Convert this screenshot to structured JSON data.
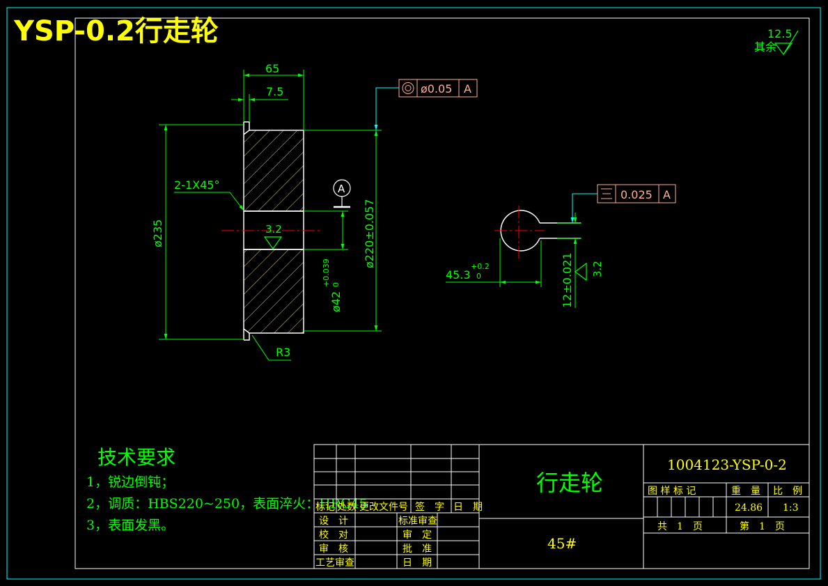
{
  "title": "YSP-0.2行走轮",
  "roughness_default": {
    "label": "其余",
    "value": "12.5"
  },
  "dims": {
    "width_65": "65",
    "width_7_5": "7.5",
    "chamfer": "2-1X45°",
    "dia_235": "ø235",
    "dia_220": "ø220±0.057",
    "bore_42": "ø42",
    "bore_42_tol_upper": "+0.039",
    "bore_42_tol_lower": "0",
    "radius": "R3",
    "bore_roughness": "3.2",
    "keyway_45_3": "45.3",
    "keyway_45_3_tol_upper": "+0.2",
    "keyway_45_3_tol_lower": "0",
    "keyway_12": "12±0.021",
    "keyway_roughness": "3.2"
  },
  "datum": "A",
  "tolerance_frames": [
    {
      "symbol": "concentricity",
      "value": "ø0.05",
      "datum": "A"
    },
    {
      "symbol": "symmetry",
      "value": "0.025",
      "datum": "A"
    }
  ],
  "tech_requirements": {
    "heading": "技术要求",
    "items": [
      "1，锐边倒钝；",
      "2，调质：HBS220~250，表面淬火：HRC45",
      "3，表面发黑。"
    ]
  },
  "title_block": {
    "part_name": "行走轮",
    "drawing_no": "1004123-YSP-0-2",
    "material": "45#",
    "col_headers": [
      "标记",
      "处数",
      "更改文件号",
      "签　字",
      "日　期"
    ],
    "rows_left": [
      "设　计",
      "校　对",
      "审　核",
      "工艺审查"
    ],
    "rows_mid": [
      "标准审查",
      "审　定",
      "批　准",
      "日　期"
    ],
    "right_headers": [
      "图 样 标 记",
      "重　量",
      "比　例"
    ],
    "weight": "24.86",
    "scale": "1:3",
    "total_sheets": "共　1　页",
    "sheet_no": "第　1　页"
  },
  "colors": {
    "background": "#000000",
    "frame": "#00ffff",
    "dimension": "#00ff00",
    "outline": "#ffffff",
    "hatch": "#d8c87a",
    "centerline": "#ff0000",
    "title": "#ffff00",
    "tolerance_frame": "#ffb090"
  }
}
